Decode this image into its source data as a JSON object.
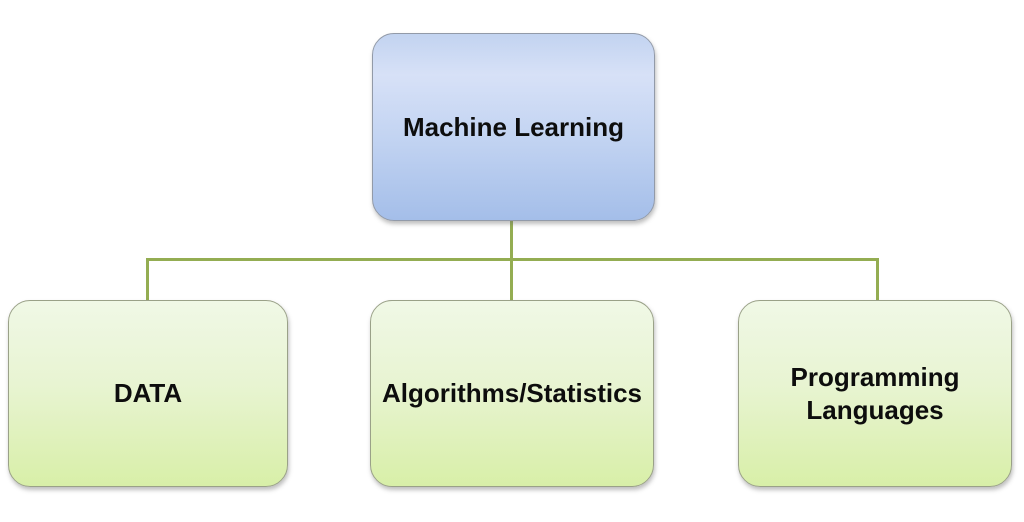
{
  "diagram": {
    "type": "hierarchy",
    "root": {
      "label": "Machine Learning"
    },
    "children": [
      {
        "label": "DATA"
      },
      {
        "label": "Algorithms/Statistics"
      },
      {
        "label": "Programming Languages"
      }
    ],
    "colors": {
      "background": "#ffffff",
      "root_fill_top": "#c2d3f0",
      "root_fill_bottom": "#a4bee9",
      "root_border": "#929aa8",
      "child_fill_top": "#f0f8e6",
      "child_fill_bottom": "#d8efa8",
      "child_border": "#9aa188",
      "connector": "#94ad52",
      "text": "#0d0d0d"
    }
  }
}
